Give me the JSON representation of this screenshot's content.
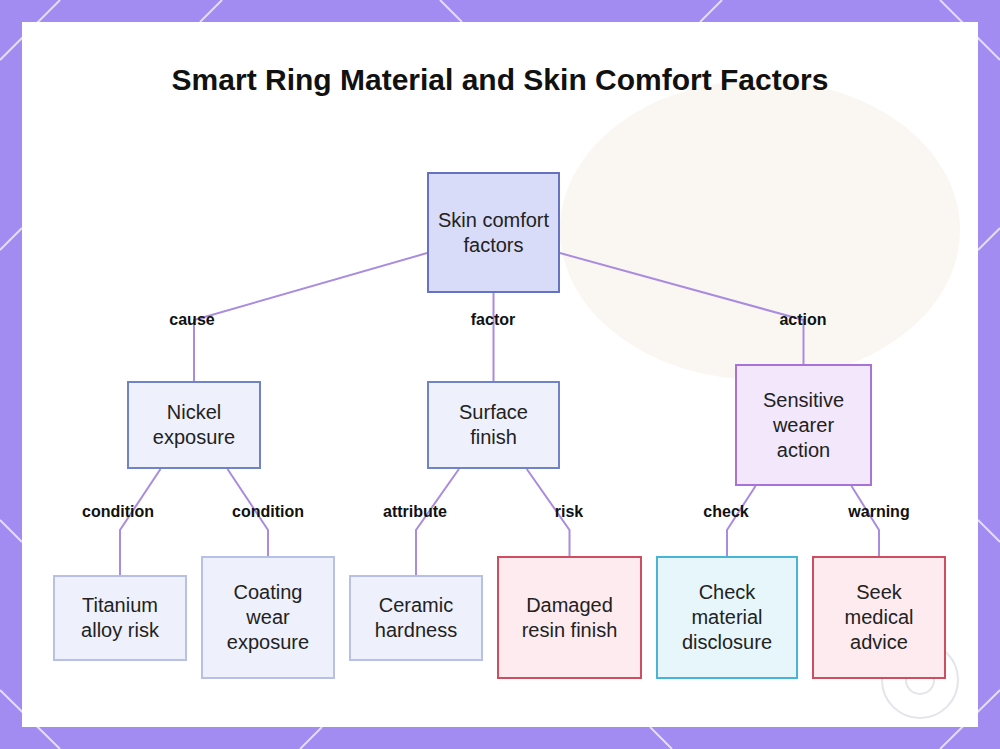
{
  "diagram": {
    "title": "Smart Ring Material and Skin Comfort Factors",
    "nodes": [
      {
        "text": [
          "Skin comfort factors"
        ]
      },
      {
        "text": [
          "Nickel exposure"
        ]
      },
      {
        "text": [
          "Surface finish"
        ]
      },
      {
        "text": [
          "Sensitive wearer action"
        ]
      },
      {
        "text": [
          "Titanium alloy risk"
        ]
      },
      {
        "text": [
          "Coating wear exposure"
        ]
      },
      {
        "text": [
          "Ceramic hardness"
        ]
      },
      {
        "text": [
          "Damaged resin finish"
        ]
      },
      {
        "text": [
          "Check material disclosure"
        ]
      },
      {
        "text": [
          "Seek medical advice"
        ]
      }
    ],
    "edges": [
      {
        "from": 0,
        "to": 1,
        "label": "cause",
        "arrow": "none"
      },
      {
        "from": 0,
        "to": 2,
        "label": "factor",
        "arrow": "none"
      },
      {
        "from": 0,
        "to": 3,
        "label": "action",
        "arrow": "none"
      },
      {
        "from": 1,
        "to": 4,
        "label": "condition",
        "arrow": "none"
      },
      {
        "from": 1,
        "to": 5,
        "label": "condition",
        "arrow": "none"
      },
      {
        "from": 2,
        "to": 6,
        "label": "attribute",
        "arrow": "none"
      },
      {
        "from": 2,
        "to": 7,
        "label": "risk",
        "arrow": "none"
      },
      {
        "from": 3,
        "to": 8,
        "label": "check",
        "arrow": "none"
      },
      {
        "from": 3,
        "to": 9,
        "label": "warning",
        "arrow": "none"
      }
    ]
  }
}
